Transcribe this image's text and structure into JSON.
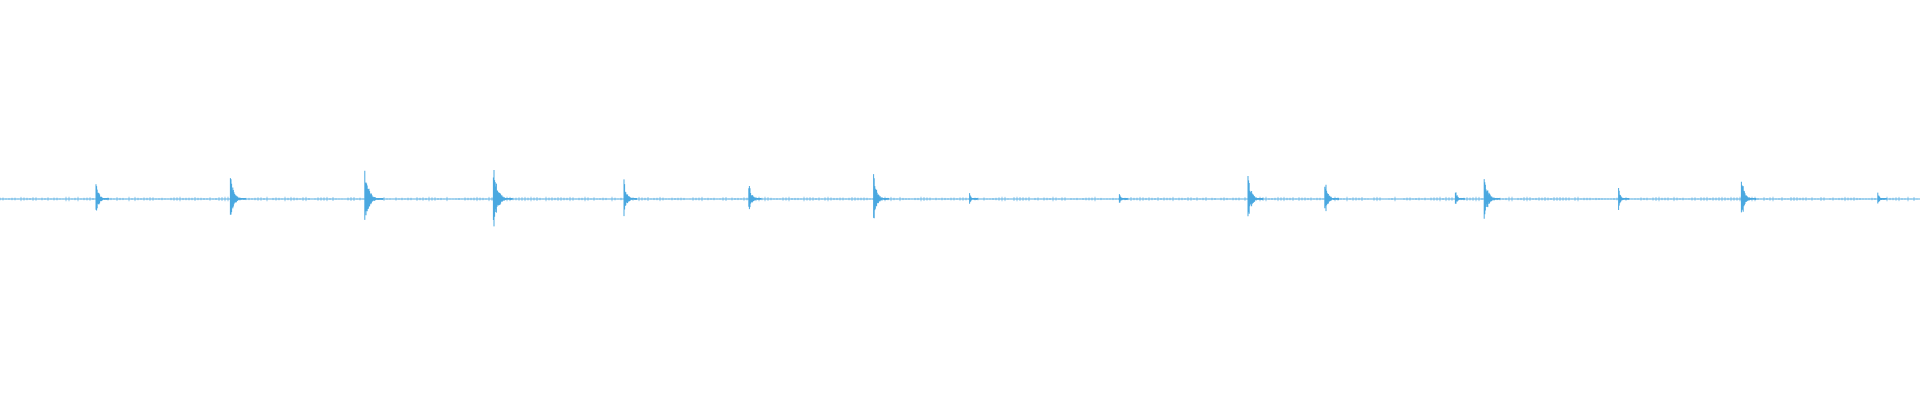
{
  "colors": {
    "background": "#ffffff",
    "waveform": "#4aa8e0"
  },
  "chart_data": {
    "type": "area",
    "title": "",
    "xlabel": "",
    "ylabel": "",
    "grid": false,
    "legend": "none",
    "xlim": [
      0,
      1
    ],
    "ylim": [
      -1,
      1
    ],
    "series": [
      {
        "x": [
          0.05,
          0.12,
          0.19,
          0.257,
          0.325,
          0.39,
          0.455,
          0.505,
          0.583,
          0.65,
          0.69,
          0.758,
          0.773,
          0.843,
          0.907,
          0.978
        ],
        "values": [
          0.1,
          0.13,
          0.17,
          0.18,
          0.1,
          0.09,
          0.13,
          0.03,
          0.03,
          0.13,
          0.11,
          0.05,
          0.14,
          0.06,
          0.12,
          0.04
        ]
      }
    ]
  }
}
